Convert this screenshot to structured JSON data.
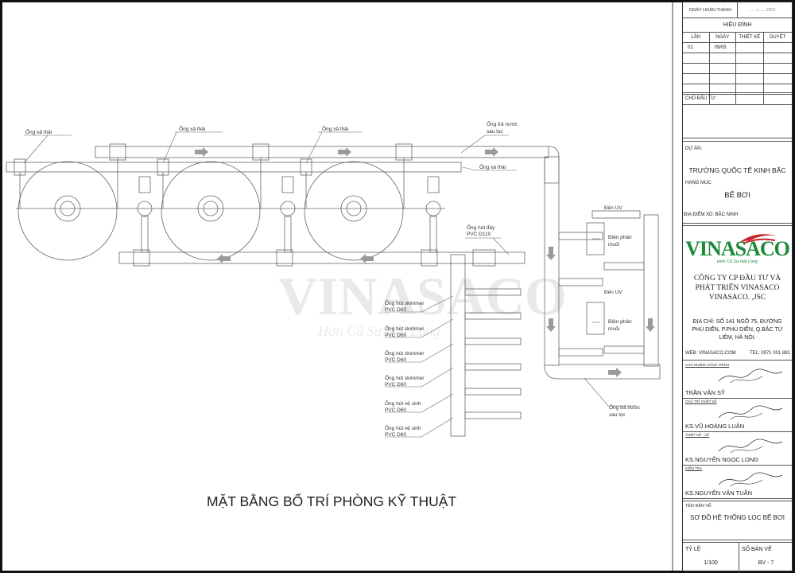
{
  "drawing": {
    "title": "MẶT BẰNG BỐ TRÍ PHÒNG KỸ THUẬT",
    "watermark": "VINASACO",
    "watermark_tagline": "Hơn Cả Sự Hài Lòng",
    "labels": {
      "xa_thai_1": "Ống xả thải",
      "xa_thai_2": "Ống xả thải",
      "xa_thai_3": "Ống xả thải",
      "xa_thai_4": "Ống xả thải",
      "tra_nuoc_top": [
        "Ống trả nước",
        "sau lọc"
      ],
      "hut_day": [
        "Ống hút đáy",
        "PVC D110"
      ],
      "skimmer_1": [
        "Ống hút skimmer",
        "PVC D60"
      ],
      "skimmer_2": [
        "Ống hút skimmer",
        "PVC D60"
      ],
      "skimmer_3": [
        "Ống hút skimmer",
        "PVC D60"
      ],
      "skimmer_4": [
        "Ống hút skimmer",
        "PVC D60"
      ],
      "ve_sinh_1": [
        "Ống hút vệ sinh",
        "PVC D60"
      ],
      "ve_sinh_2": [
        "Ống hút vệ sinh",
        "PVC D60"
      ],
      "den_uv_1": "Đèn UV",
      "den_uv_2": "Đèn UV",
      "dien_phan_1": [
        "Điện phân",
        "muối"
      ],
      "dien_phan_2": [
        "Điện phân",
        "muối"
      ],
      "tra_nuoc_bottom": [
        "Ống trả nước",
        "sau lọc"
      ]
    }
  },
  "title_block": {
    "completion_label": "NGÀY HOÀN THÀNH",
    "completion_value": "......./.......2021",
    "revision_title": "HIỆU ĐÍNH",
    "revision_headers": [
      "LẦN",
      "NGÀY",
      "THIẾT KẾ",
      "DUYỆT"
    ],
    "revision_rows": [
      [
        "01",
        "09/05",
        "",
        ""
      ]
    ],
    "investor_label": "CHỦ ĐẦU TƯ:",
    "project_label": "DỰ ÁN:",
    "project_name": "TRƯỜNG QUỐC TẾ KINH BẮC",
    "item_label": "HẠNG MỤC",
    "item_name": "BỂ BƠI",
    "location": "ĐỊA ĐIỂM XD: BẮC NINH",
    "logo_text": "VINASACO",
    "logo_tagline": "Hơn Cả Sự Hài Lòng",
    "company": [
      "CÔNG TY CP ĐẦU TƯ VÀ",
      "PHÁT TRIỂN VINASACO",
      "VINASACO. ,JSC"
    ],
    "address": [
      "ĐỊA CHỈ: SỐ 141 NGÕ 75, ĐƯỜNG",
      "PHÚ DIỄN, P.PHÚ DIỄN, Q.BẮC TỪ",
      "LIÊM, HÀ NỘI."
    ],
    "web": "WEB: VINASACO.COM",
    "tel": "TEL: 0971 001 881",
    "roles": [
      {
        "role": "CHỦ NHIỆM CÔNG TRÌNH",
        "name": "TRẦN VĂN SỸ"
      },
      {
        "role": "CHỦ TRÌ THIẾT KẾ",
        "name": "KS.VŨ HOÀNG LUÂN"
      },
      {
        "role": "THIẾT KẾ - VẼ",
        "name": "KS.NGUYỄN NGỌC LONG"
      },
      {
        "role": "KIỂM TRA",
        "name": "KS.NGUYỄN VĂN TUẤN"
      }
    ],
    "drawing_name_label": "TÊN BẢN VẼ",
    "drawing_name": "SƠ ĐỒ HỆ THỐNG LỌC BỂ BƠI",
    "scale_label": "TỶ LỆ",
    "scale": "1/100",
    "sheet_label": "SỐ BẢN VẼ",
    "sheet": "BV - 7"
  },
  "colors": {
    "line": "#555555",
    "arrow": "#9a9a9a",
    "logo_green": "#1c8a3a",
    "logo_red": "#c8202a"
  }
}
